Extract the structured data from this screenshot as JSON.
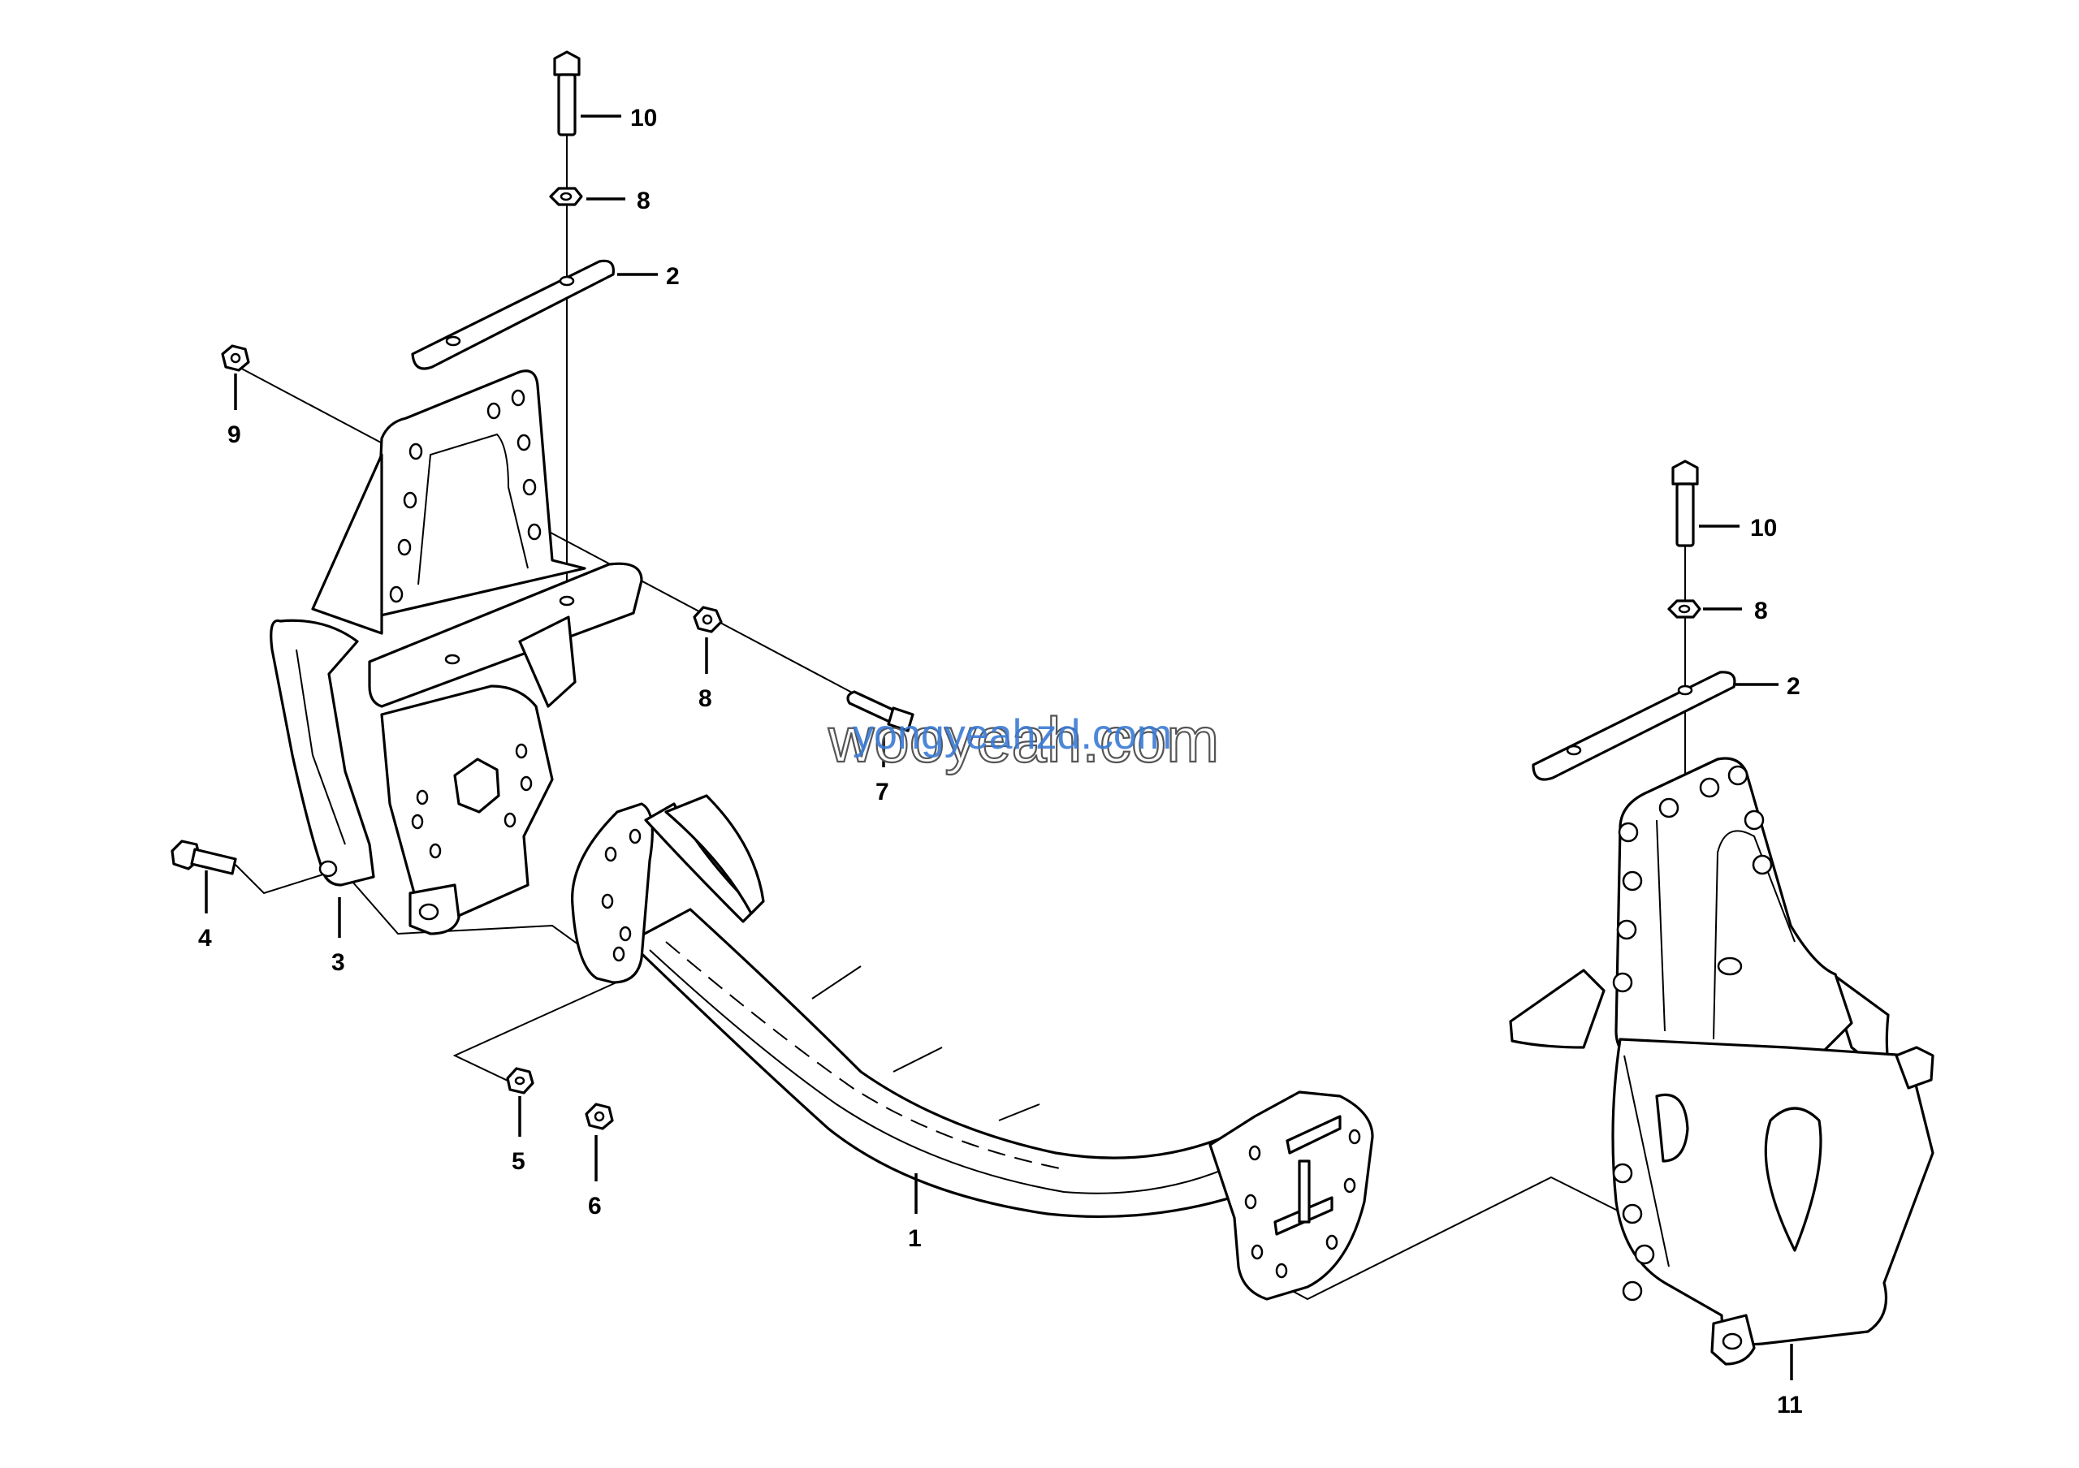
{
  "diagram": {
    "callouts": {
      "c10_top": "10",
      "c8_top": "8",
      "c2_top": "2",
      "c9": "9",
      "c8_mid": "8",
      "c7": "7",
      "c4": "4",
      "c3": "3",
      "c5": "5",
      "c6": "6",
      "c1": "1",
      "c10_right": "10",
      "c8_right": "8",
      "c2_right": "2",
      "c11": "11"
    },
    "watermark": {
      "primary": "wooyeah.com",
      "secondary": "yongyeahzd.com"
    }
  }
}
